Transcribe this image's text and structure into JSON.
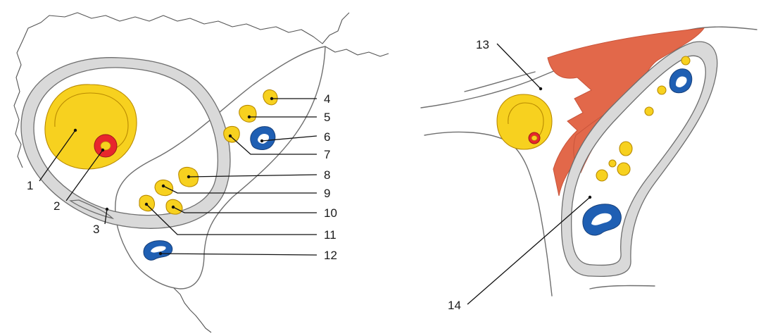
{
  "figure": {
    "labels": [
      {
        "id": "1",
        "text": "1"
      },
      {
        "id": "2",
        "text": "2"
      },
      {
        "id": "3",
        "text": "3"
      },
      {
        "id": "4",
        "text": "4"
      },
      {
        "id": "5",
        "text": "5"
      },
      {
        "id": "6",
        "text": "6"
      },
      {
        "id": "7",
        "text": "7"
      },
      {
        "id": "8",
        "text": "8"
      },
      {
        "id": "9",
        "text": "9"
      },
      {
        "id": "10",
        "text": "10"
      },
      {
        "id": "11",
        "text": "11"
      },
      {
        "id": "12",
        "text": "12"
      },
      {
        "id": "13",
        "text": "13"
      },
      {
        "id": "14",
        "text": "14"
      }
    ]
  },
  "colors": {
    "nerve": "#f7d11f",
    "artery": "#e8262d",
    "vein": "#1f5fb3",
    "sheath": "#d9d9d9",
    "muscle": "#e2684a"
  }
}
